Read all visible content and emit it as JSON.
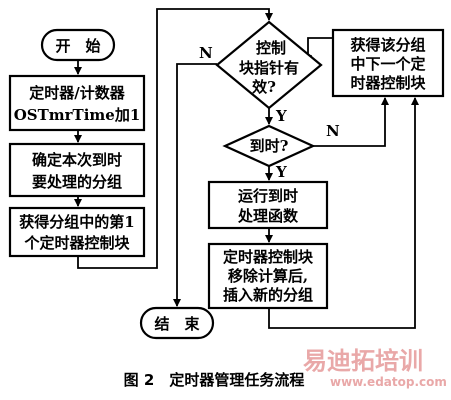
{
  "nodes": {
    "start": "开　始",
    "inc_counter": [
      "定时器/计数器",
      "OSTmrTime加1"
    ],
    "determine_group": [
      "确定本次到时",
      "要处理的分组"
    ],
    "get_first_block": [
      "获得分组中的第1",
      "个定时器控制块"
    ],
    "check_pointer": [
      "控制",
      "块指针有",
      "效?"
    ],
    "check_timeout": "到时?",
    "run_handler": [
      "运行到时",
      "处理函数"
    ],
    "move_block": [
      "定时器控制块",
      "移除计算后,",
      "插入新的分组"
    ],
    "get_next_block": [
      "获得该分组",
      "中下一个定",
      "时器控制块"
    ],
    "end": "结　束"
  },
  "labels": {
    "yes": "Y",
    "no": "N"
  },
  "caption": "图 2　定时器管理任务流程",
  "watermark": {
    "main": "易迪拓培训",
    "sub": "www.edatop.com"
  }
}
